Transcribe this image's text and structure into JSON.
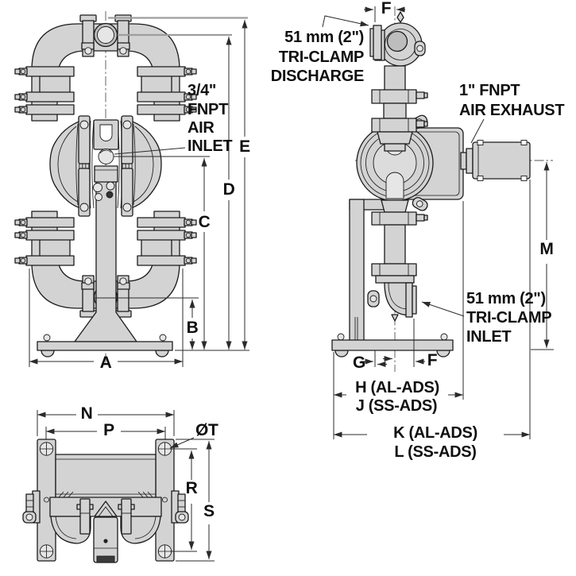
{
  "drawing_title": "diaphragm pump dimensional drawing",
  "colors": {
    "body_fill": "#d3d3d3",
    "outline": "#1b1b1b",
    "dim_line": "#2b2b2b",
    "background": "#ffffff"
  },
  "front_view": {
    "air_inlet_note": {
      "line1": "3/4\"",
      "line2": "FNPT",
      "line3": "AIR",
      "line4": "INLET"
    },
    "dim_a": "A",
    "dim_b": "B",
    "dim_c": "C",
    "dim_d": "D",
    "dim_e": "E"
  },
  "side_view": {
    "discharge_note": {
      "line1": "51 mm (2\")",
      "line2": "TRI-CLAMP",
      "line3": "DISCHARGE"
    },
    "exhaust_note": {
      "line1": "1\" FNPT",
      "line2": "AIR EXHAUST"
    },
    "inlet_note": {
      "line1": "51 mm (2\")",
      "line2": "TRI-CLAMP",
      "line3": "INLET"
    },
    "dim_f_top": "F",
    "dim_g": "G",
    "dim_f_bottom": "F",
    "dim_m": "M",
    "dim_h": "H (AL-ADS)",
    "dim_j": "J (SS-ADS)",
    "dim_k": "K (AL-ADS)",
    "dim_l": "L (SS-ADS)"
  },
  "bottom_view": {
    "dim_n": "N",
    "dim_p": "P",
    "dim_t": "ØT",
    "dim_r": "R",
    "dim_s": "S"
  }
}
